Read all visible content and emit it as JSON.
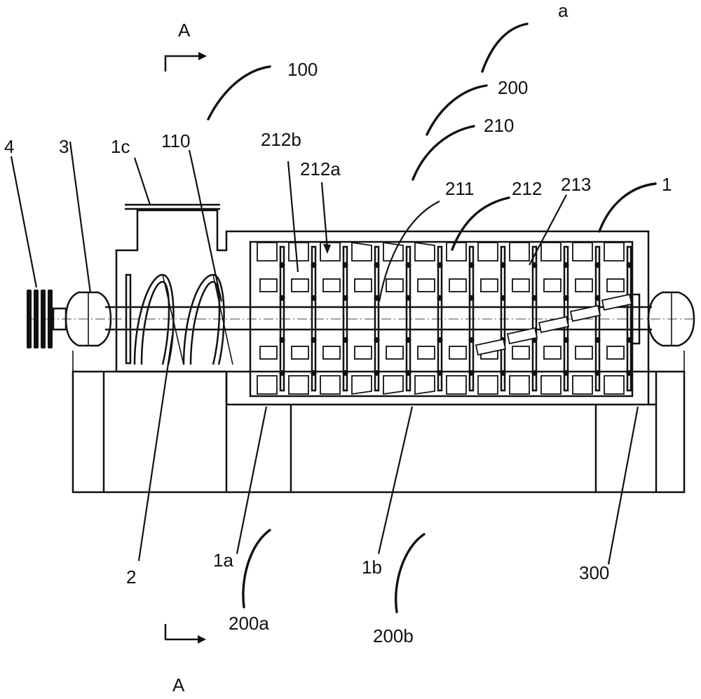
{
  "labels": {
    "a": "a",
    "100": "100",
    "200": "200",
    "210": "210",
    "211": "211",
    "212": "212",
    "213": "213",
    "212a": "212a",
    "212b": "212b",
    "110": "110",
    "1c": "1c",
    "1": "1",
    "2": "2",
    "3": "3",
    "4": "4",
    "1a": "1a",
    "1b": "1b",
    "300": "300",
    "200a": "200a",
    "200b": "200b",
    "section_top": "A",
    "section_bottom": "A"
  },
  "paddle_pairs": 12
}
